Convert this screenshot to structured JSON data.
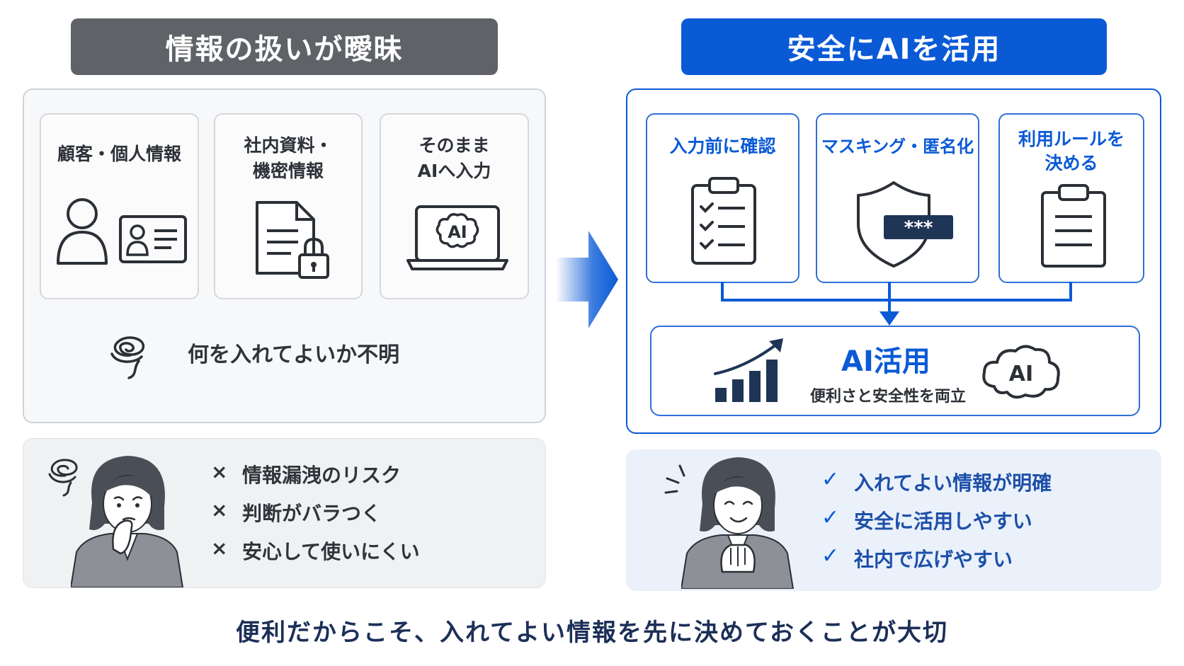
{
  "left": {
    "header": "情報の扱いが曖昧",
    "cards": [
      {
        "title": "顧客・個人情報",
        "icon": "person-id-card-icon"
      },
      {
        "title_line1": "社内資料・",
        "title_line2": "機密情報",
        "icon": "locked-document-icon"
      },
      {
        "title_line1": "そのまま",
        "title_line2": "AIへ入力",
        "icon": "laptop-ai-icon",
        "icon_text": "AI"
      }
    ],
    "unclear": "何を入れてよいか不明",
    "risks": [
      "情報漏洩のリスク",
      "判断がバラつく",
      "安心して使いにくい"
    ],
    "risk_mark": "×"
  },
  "right": {
    "header": "安全にAIを活用",
    "cards": [
      {
        "title": "入力前に確認",
        "icon": "checklist-clipboard-icon"
      },
      {
        "title": "マスキング・匿名化",
        "icon": "shield-mask-icon",
        "icon_text": "***"
      },
      {
        "title_line1": "利用ルールを",
        "title_line2": "決める",
        "icon": "rules-clipboard-icon"
      }
    ],
    "ai": {
      "title": "AI活用",
      "subtitle": "便利さと安全性を両立",
      "cloud_text": "AI"
    },
    "benefits": [
      "入れてよい情報が明確",
      "安全に活用しやすい",
      "社内で広げやすい"
    ],
    "check_mark": "✓"
  },
  "footer": "便利だからこそ、入れてよい情報を先に決めておくことが大切",
  "colors": {
    "accent": "#0a5ad6",
    "gray_header": "#5f6368",
    "dark_navy": "#1c2f58"
  }
}
